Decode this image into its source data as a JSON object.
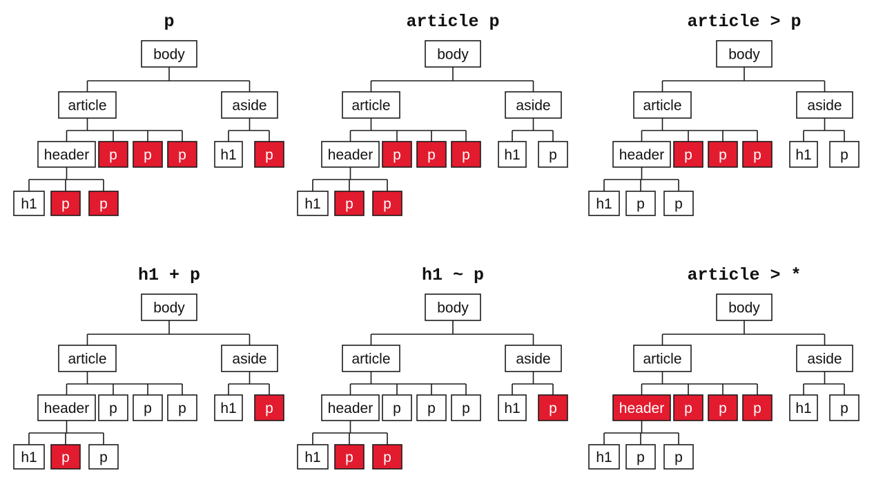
{
  "colors": {
    "highlight": "#e31b2e",
    "normal_fill": "#ffffff",
    "stroke": "#1a1a1a",
    "highlight_text": "#ffffff",
    "normal_text": "#111111"
  },
  "diagrams": [
    {
      "title": "p",
      "nodes": {
        "body": {
          "label": "body",
          "hl": false
        },
        "article": {
          "label": "article",
          "hl": false
        },
        "aside": {
          "label": "aside",
          "hl": false
        },
        "header": {
          "label": "header",
          "hl": false
        },
        "ap1": {
          "label": "p",
          "hl": true
        },
        "ap2": {
          "label": "p",
          "hl": true
        },
        "ap3": {
          "label": "p",
          "hl": true
        },
        "sh1": {
          "label": "h1",
          "hl": false
        },
        "sp": {
          "label": "p",
          "hl": true
        },
        "hh1": {
          "label": "h1",
          "hl": false
        },
        "hp1": {
          "label": "p",
          "hl": true
        },
        "hp2": {
          "label": "p",
          "hl": true
        }
      }
    },
    {
      "title": "article p",
      "nodes": {
        "body": {
          "label": "body",
          "hl": false
        },
        "article": {
          "label": "article",
          "hl": false
        },
        "aside": {
          "label": "aside",
          "hl": false
        },
        "header": {
          "label": "header",
          "hl": false
        },
        "ap1": {
          "label": "p",
          "hl": true
        },
        "ap2": {
          "label": "p",
          "hl": true
        },
        "ap3": {
          "label": "p",
          "hl": true
        },
        "sh1": {
          "label": "h1",
          "hl": false
        },
        "sp": {
          "label": "p",
          "hl": false
        },
        "hh1": {
          "label": "h1",
          "hl": false
        },
        "hp1": {
          "label": "p",
          "hl": true
        },
        "hp2": {
          "label": "p",
          "hl": true
        }
      }
    },
    {
      "title": "article > p",
      "nodes": {
        "body": {
          "label": "body",
          "hl": false
        },
        "article": {
          "label": "article",
          "hl": false
        },
        "aside": {
          "label": "aside",
          "hl": false
        },
        "header": {
          "label": "header",
          "hl": false
        },
        "ap1": {
          "label": "p",
          "hl": true
        },
        "ap2": {
          "label": "p",
          "hl": true
        },
        "ap3": {
          "label": "p",
          "hl": true
        },
        "sh1": {
          "label": "h1",
          "hl": false
        },
        "sp": {
          "label": "p",
          "hl": false
        },
        "hh1": {
          "label": "h1",
          "hl": false
        },
        "hp1": {
          "label": "p",
          "hl": false
        },
        "hp2": {
          "label": "p",
          "hl": false
        }
      }
    },
    {
      "title": "h1 + p",
      "nodes": {
        "body": {
          "label": "body",
          "hl": false
        },
        "article": {
          "label": "article",
          "hl": false
        },
        "aside": {
          "label": "aside",
          "hl": false
        },
        "header": {
          "label": "header",
          "hl": false
        },
        "ap1": {
          "label": "p",
          "hl": false
        },
        "ap2": {
          "label": "p",
          "hl": false
        },
        "ap3": {
          "label": "p",
          "hl": false
        },
        "sh1": {
          "label": "h1",
          "hl": false
        },
        "sp": {
          "label": "p",
          "hl": true
        },
        "hh1": {
          "label": "h1",
          "hl": false
        },
        "hp1": {
          "label": "p",
          "hl": true
        },
        "hp2": {
          "label": "p",
          "hl": false
        }
      }
    },
    {
      "title": "h1 ~ p",
      "nodes": {
        "body": {
          "label": "body",
          "hl": false
        },
        "article": {
          "label": "article",
          "hl": false
        },
        "aside": {
          "label": "aside",
          "hl": false
        },
        "header": {
          "label": "header",
          "hl": false
        },
        "ap1": {
          "label": "p",
          "hl": false
        },
        "ap2": {
          "label": "p",
          "hl": false
        },
        "ap3": {
          "label": "p",
          "hl": false
        },
        "sh1": {
          "label": "h1",
          "hl": false
        },
        "sp": {
          "label": "p",
          "hl": true
        },
        "hh1": {
          "label": "h1",
          "hl": false
        },
        "hp1": {
          "label": "p",
          "hl": true
        },
        "hp2": {
          "label": "p",
          "hl": true
        }
      }
    },
    {
      "title": "article > *",
      "nodes": {
        "body": {
          "label": "body",
          "hl": false
        },
        "article": {
          "label": "article",
          "hl": false
        },
        "aside": {
          "label": "aside",
          "hl": false
        },
        "header": {
          "label": "header",
          "hl": true
        },
        "ap1": {
          "label": "p",
          "hl": true
        },
        "ap2": {
          "label": "p",
          "hl": true
        },
        "ap3": {
          "label": "p",
          "hl": true
        },
        "sh1": {
          "label": "h1",
          "hl": false
        },
        "sp": {
          "label": "p",
          "hl": false
        },
        "hh1": {
          "label": "h1",
          "hl": false
        },
        "hp1": {
          "label": "p",
          "hl": false
        },
        "hp2": {
          "label": "p",
          "hl": false
        }
      }
    }
  ]
}
